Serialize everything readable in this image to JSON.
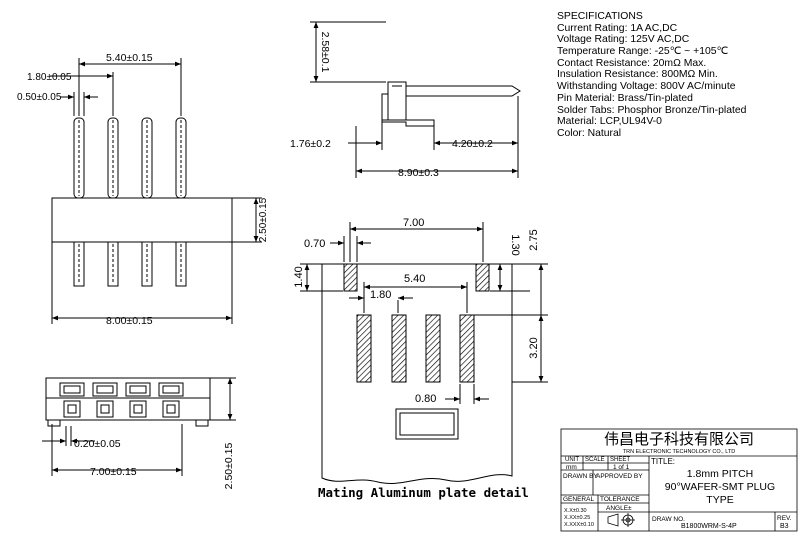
{
  "specifications": {
    "heading": "SPECIFICATIONS",
    "lines": [
      "Current Rating: 1A AC,DC",
      "Voltage Rating: 125V AC,DC",
      "Temperature Range: -25℃ ~ +105℃",
      "Contact Resistance: 20mΩ Max.",
      "Insulation Resistance: 800MΩ Min.",
      "Withstanding Voltage: 800V AC/minute",
      "Pin Material: Brass/Tin-plated",
      "Solder Tabs: Phosphor Bronze/Tin-plated",
      "Material: LCP,UL94V-0",
      "Color: Natural"
    ]
  },
  "front_view": {
    "pitch_total": "5.40±0.15",
    "pitch": "1.80±0.05",
    "pin_width": "0.50±0.05",
    "height": "2.50±0.15",
    "width": "8.00±0.15"
  },
  "bottom_view": {
    "tab_width": "0.20±0.05",
    "length": "7.00±0.15",
    "height": "2.50±0.15"
  },
  "side_view": {
    "height": "2.58±0.1",
    "tail": "1.76±0.2",
    "lead": "4.20±0.2",
    "length": "8.90±0.3"
  },
  "plate_view": {
    "tab_span": "7.00",
    "tab_width": "0.70",
    "tab_height": "1.40",
    "tab_height_right": "1.30",
    "offset": "2.75",
    "pad_span": "5.40",
    "pad_pitch": "1.80",
    "pad_length": "3.20",
    "pad_width": "0.80",
    "caption": "Mating Aluminum plate detail"
  },
  "title_block": {
    "company_cn": "伟昌电子科技有限公司",
    "company_en": "TRN ELECTRONIC TECHNOLOGY CO., LTD",
    "unit_label": "UNIT",
    "unit_value": "mm",
    "scale_label": "SCALE",
    "sheet_label": "SHEET",
    "sheet_value": "1 of 1",
    "title_label": "TITLE:",
    "title_lines": [
      "1.8mm PITCH",
      "90°WAFER-SMT PLUG",
      "TYPE"
    ],
    "drawn_by": "DRAWN BY",
    "approved_by": "APPROVED BY",
    "general": "GENERAL",
    "tolerance": "TOLERANCE",
    "tol_lines": [
      "X.X±0.30",
      "X.XX±0.25",
      "X.XXX±0.10"
    ],
    "angle": "ANGLE±",
    "draw_no_label": "DRAW NO.",
    "draw_no": "B1800WRM-S-4P",
    "rev_label": "REV.",
    "rev_value": "B3"
  }
}
